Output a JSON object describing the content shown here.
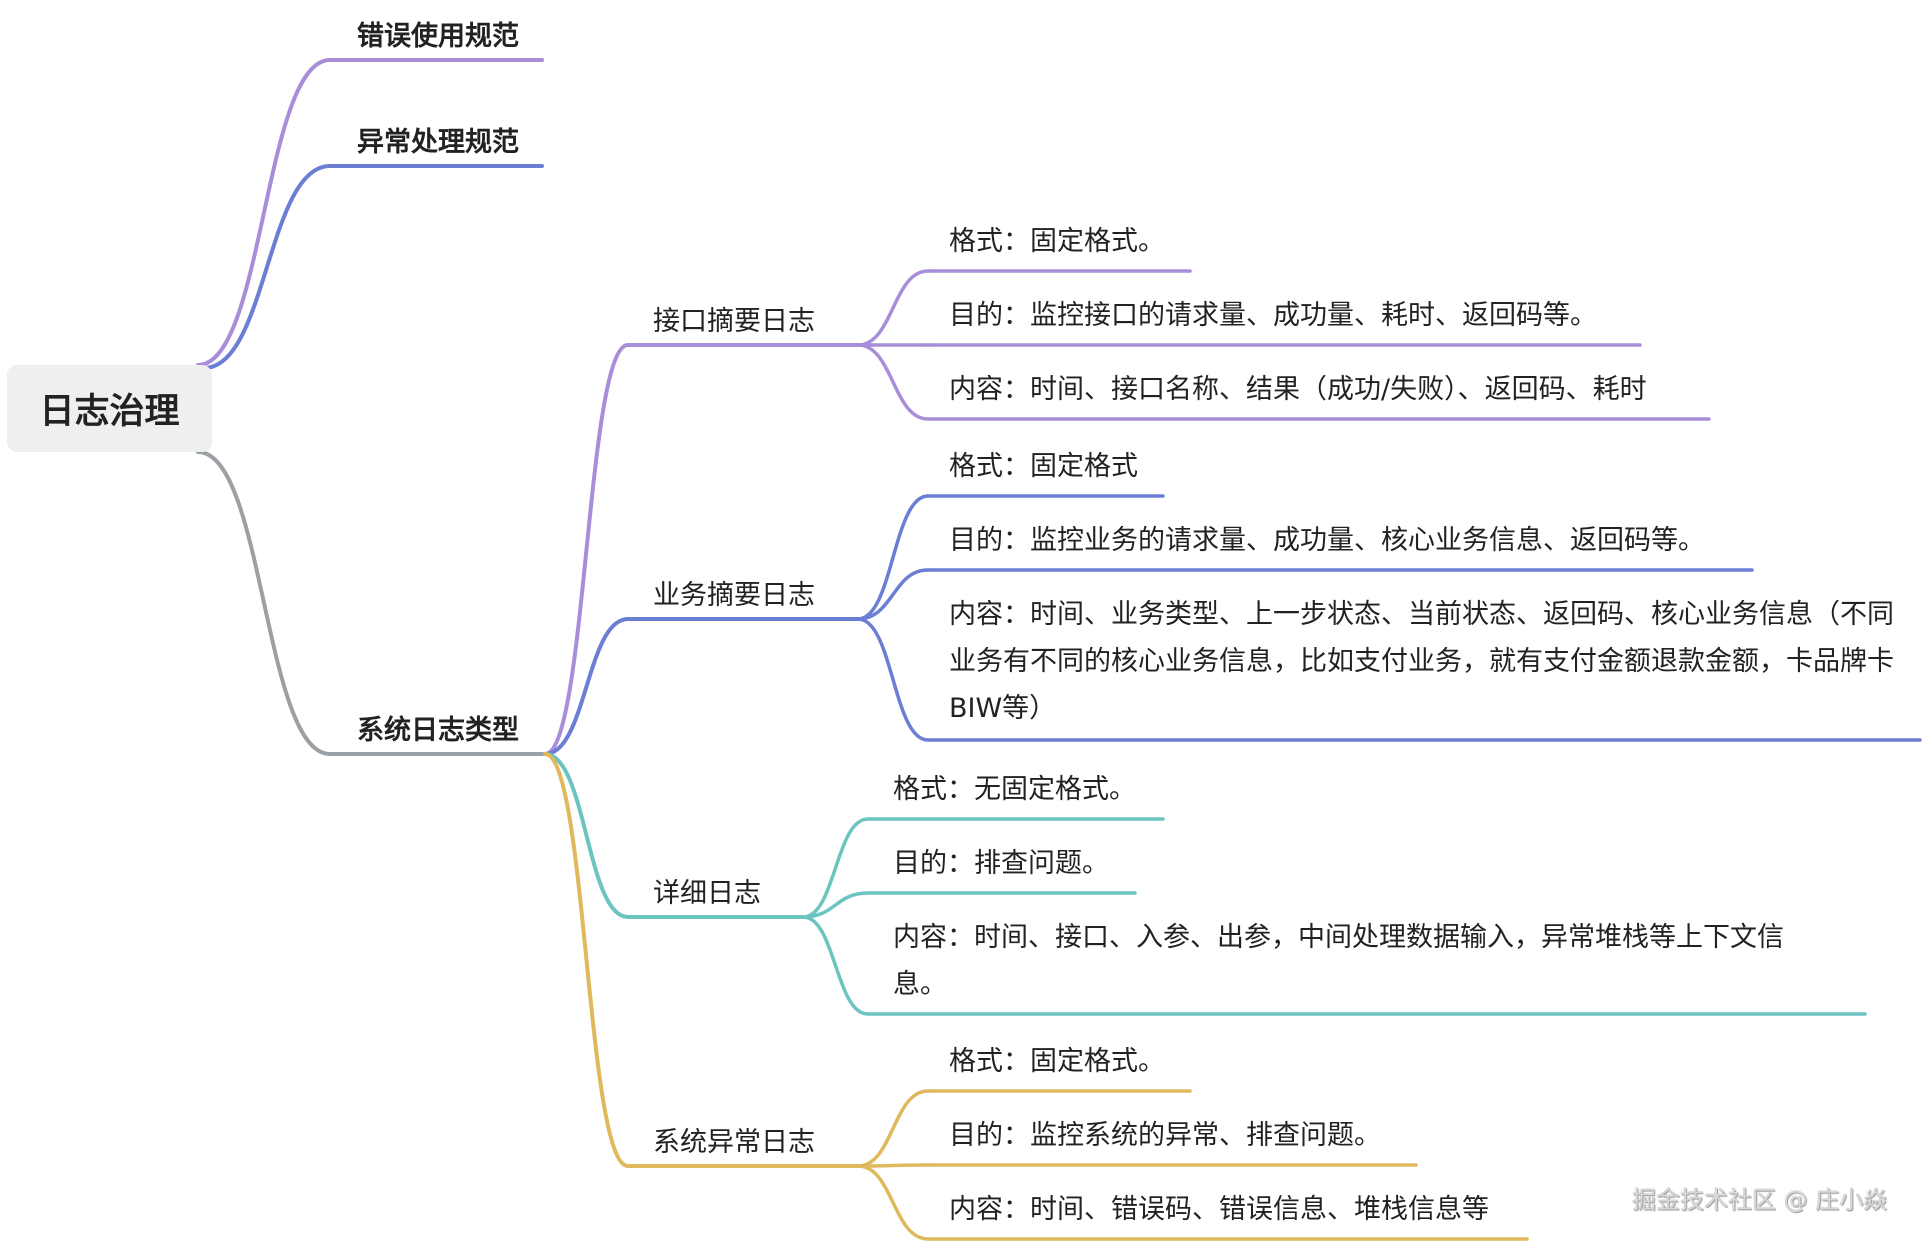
{
  "mindmap": {
    "root": "日志治理",
    "branches": [
      {
        "label": "错误使用规范",
        "color": "#a88ed8"
      },
      {
        "label": "异常处理规范",
        "color": "#6c7dd4"
      },
      {
        "label": "系统日志类型",
        "color": "#9ba0a5",
        "children": [
          {
            "label": "接口摘要日志",
            "color": "#a88ed8",
            "leaves": [
              "格式：固定格式。",
              "目的：监控接口的请求量、成功量、耗时、返回码等。",
              "内容：时间、接口名称、结果（成功/失败）、返回码、耗时"
            ]
          },
          {
            "label": "业务摘要日志",
            "color": "#6c7dd4",
            "leaves": [
              "格式：固定格式",
              "目的：监控业务的请求量、成功量、核心业务信息、返回码等。",
              "内容：时间、业务类型、上一步状态、当前状态、返回码、核心业务信息（不同业务有不同的核心业务信息，比如支付业务，就有支付金额退款金额，卡品牌卡BIW等）"
            ]
          },
          {
            "label": "详细日志",
            "color": "#6cc4c0",
            "leaves": [
              "格式：无固定格式。",
              "目的：排查问题。",
              "内容：时间、接口、入参、出参，中间处理数据输入，异常堆栈等上下文信息。"
            ]
          },
          {
            "label": "系统异常日志",
            "color": "#dfb95c",
            "leaves": [
              "格式：固定格式。",
              "目的：监控系统的异常、排查问题。",
              "内容：时间、错误码、错误信息、堆栈信息等"
            ]
          }
        ]
      }
    ]
  },
  "watermark": "掘金技术社区 @ 庄小焱"
}
